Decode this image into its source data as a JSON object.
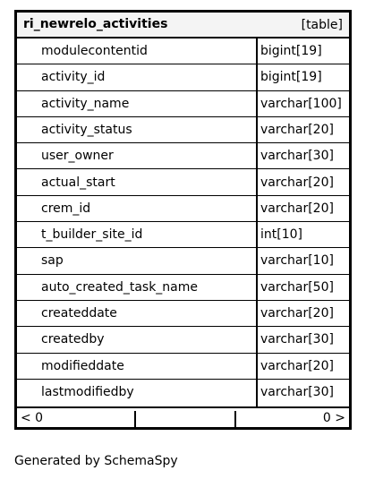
{
  "table": {
    "name": "ri_newrelo_activities",
    "type_label": "[table]",
    "columns": [
      {
        "name": "modulecontentid",
        "type": "bigint[19]"
      },
      {
        "name": "activity_id",
        "type": "bigint[19]"
      },
      {
        "name": "activity_name",
        "type": "varchar[100]"
      },
      {
        "name": "activity_status",
        "type": "varchar[20]"
      },
      {
        "name": "user_owner",
        "type": "varchar[30]"
      },
      {
        "name": "actual_start",
        "type": "varchar[20]"
      },
      {
        "name": "crem_id",
        "type": "varchar[20]"
      },
      {
        "name": "t_builder_site_id",
        "type": "int[10]"
      },
      {
        "name": "sap",
        "type": "varchar[10]"
      },
      {
        "name": "auto_created_task_name",
        "type": "varchar[50]"
      },
      {
        "name": "createddate",
        "type": "varchar[20]"
      },
      {
        "name": "createdby",
        "type": "varchar[30]"
      },
      {
        "name": "modifieddate",
        "type": "varchar[20]"
      },
      {
        "name": "lastmodifiedby",
        "type": "varchar[30]"
      }
    ],
    "footer": {
      "left": "< 0",
      "right": "0 >"
    }
  },
  "generated_by": "Generated by SchemaSpy"
}
